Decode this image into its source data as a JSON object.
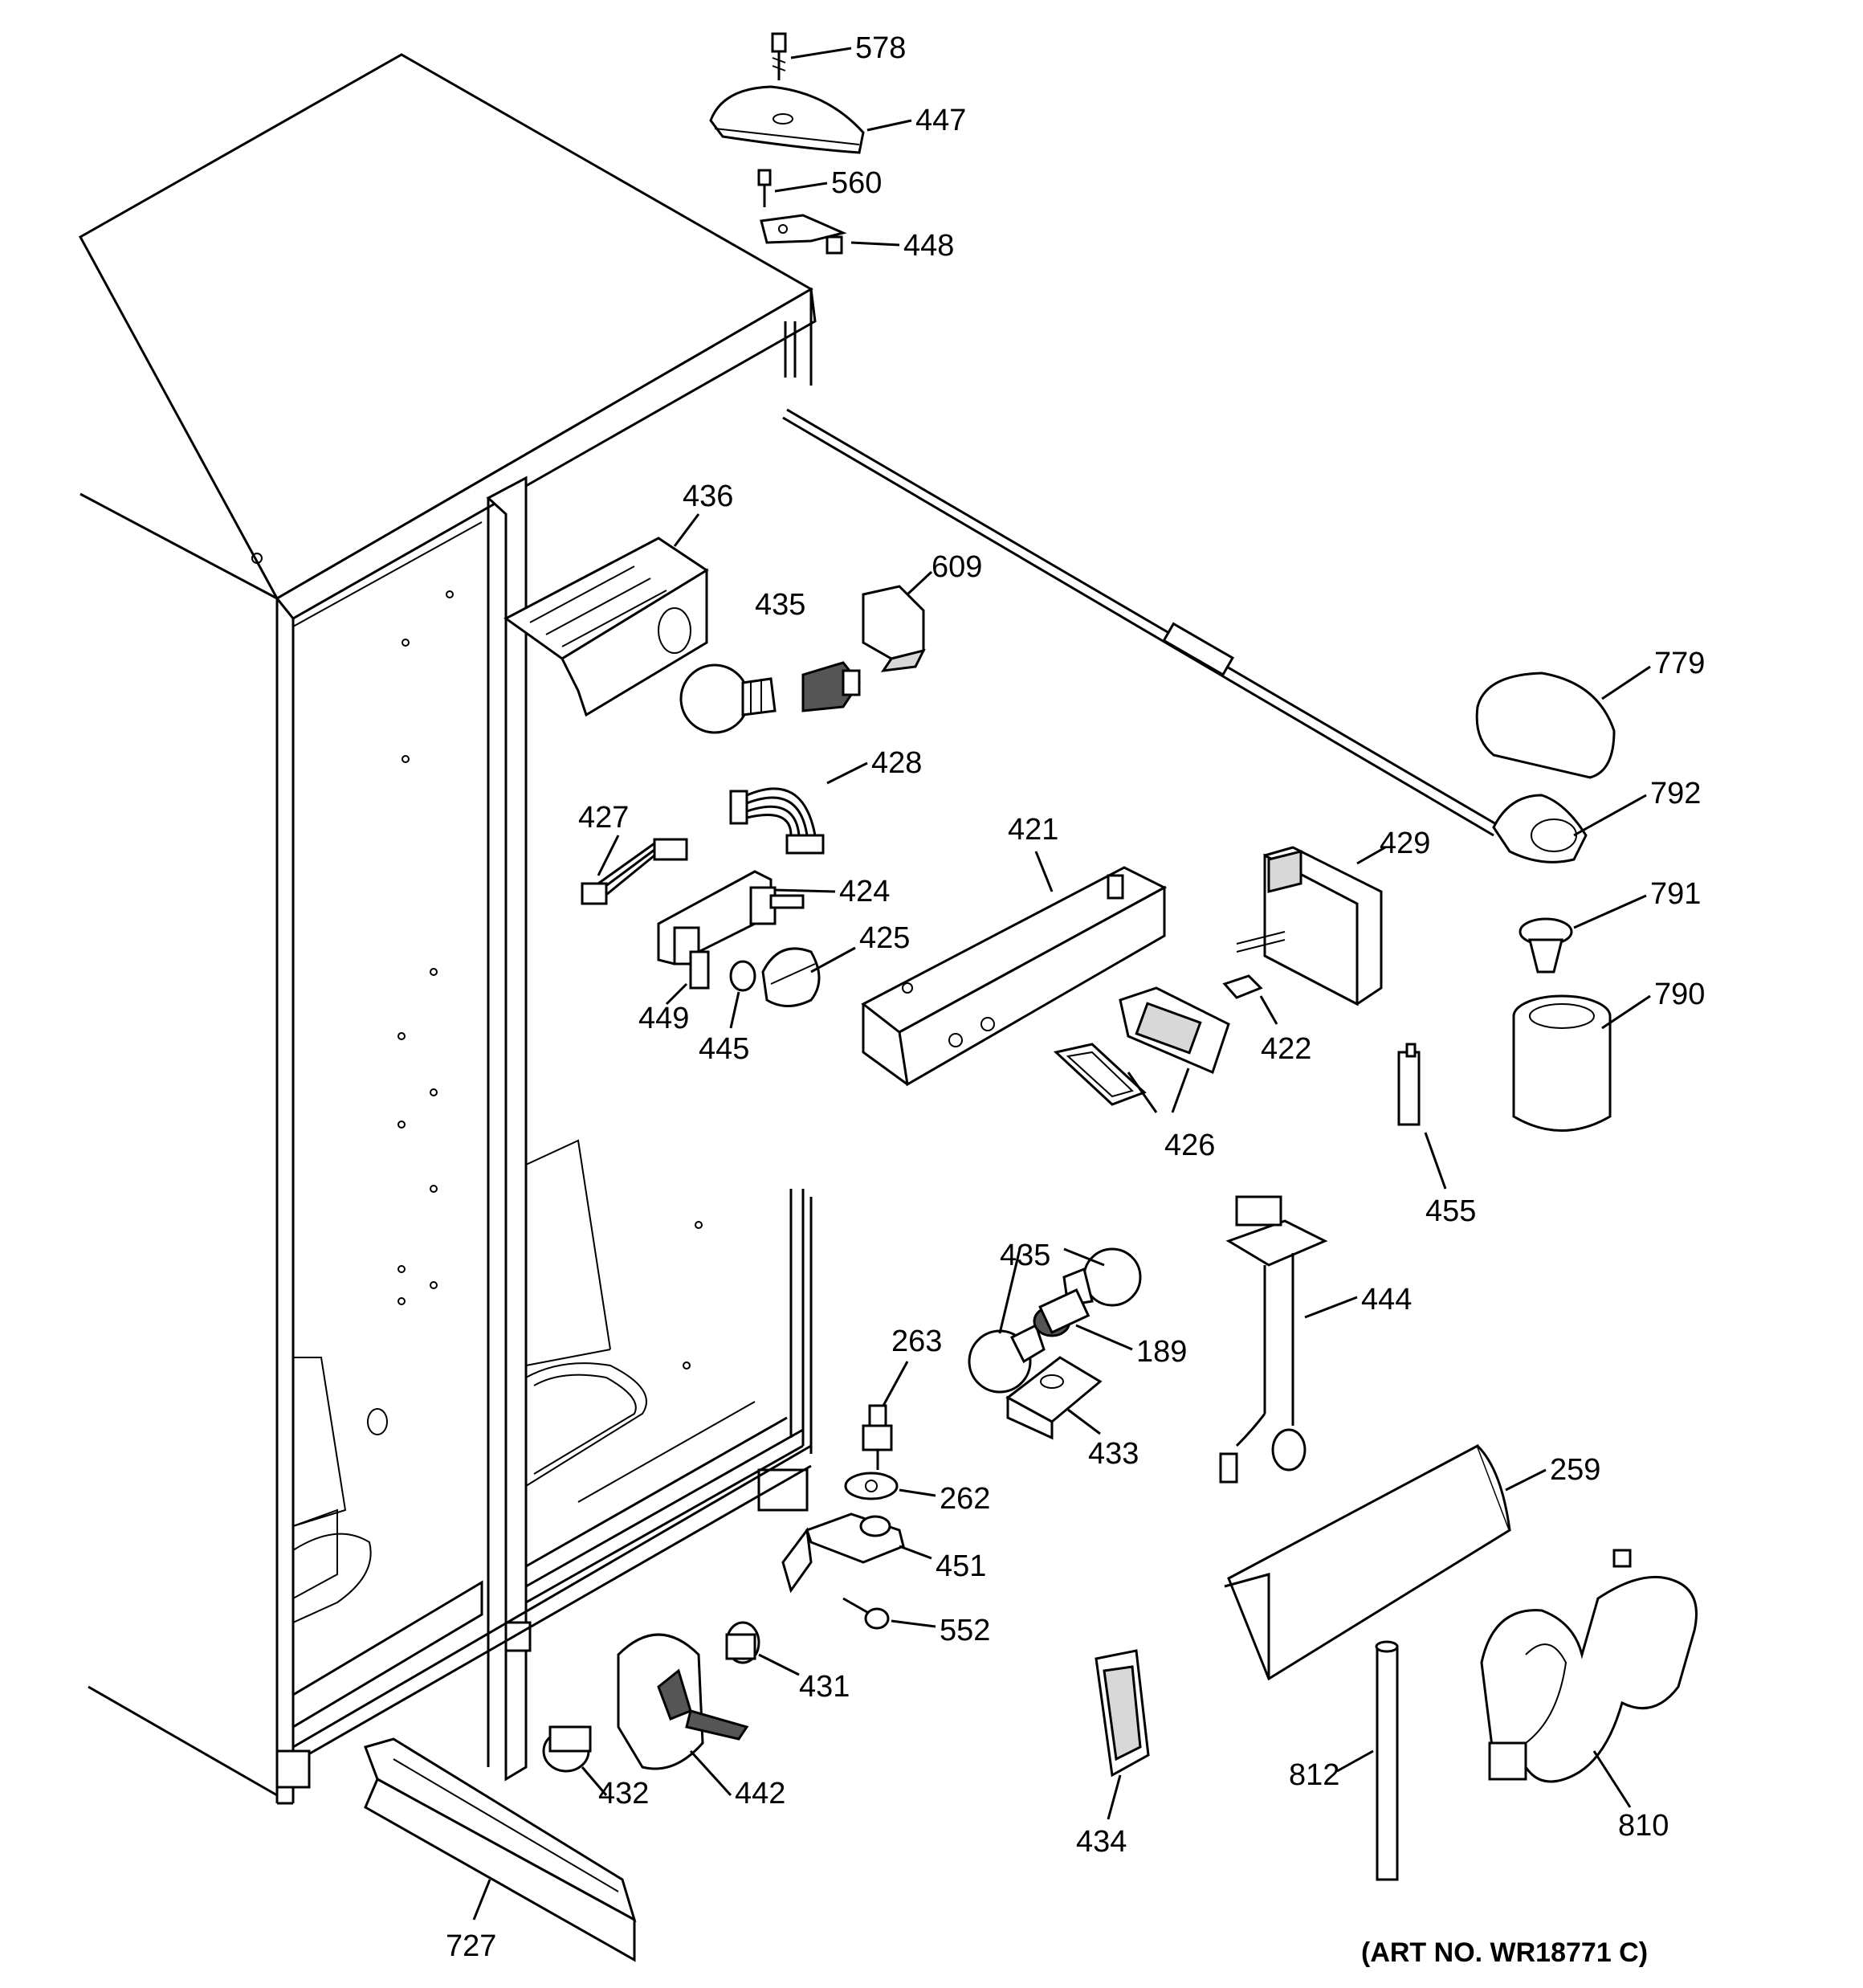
{
  "parts": [
    {
      "id": "p578",
      "label": "578"
    },
    {
      "id": "p447",
      "label": "447"
    },
    {
      "id": "p560",
      "label": "560"
    },
    {
      "id": "p448",
      "label": "448"
    },
    {
      "id": "p436",
      "label": "436"
    },
    {
      "id": "p609",
      "label": "609"
    },
    {
      "id": "p435a",
      "label": "435"
    },
    {
      "id": "p779",
      "label": "779"
    },
    {
      "id": "p792",
      "label": "792"
    },
    {
      "id": "p791",
      "label": "791"
    },
    {
      "id": "p790",
      "label": "790"
    },
    {
      "id": "p428",
      "label": "428"
    },
    {
      "id": "p427",
      "label": "427"
    },
    {
      "id": "p424",
      "label": "424"
    },
    {
      "id": "p425",
      "label": "425"
    },
    {
      "id": "p449",
      "label": "449"
    },
    {
      "id": "p445",
      "label": "445"
    },
    {
      "id": "p421",
      "label": "421"
    },
    {
      "id": "p429",
      "label": "429"
    },
    {
      "id": "p422",
      "label": "422"
    },
    {
      "id": "p426",
      "label": "426"
    },
    {
      "id": "p455",
      "label": "455"
    },
    {
      "id": "p435b",
      "label": "435"
    },
    {
      "id": "p189",
      "label": "189"
    },
    {
      "id": "p444",
      "label": "444"
    },
    {
      "id": "p263",
      "label": "263"
    },
    {
      "id": "p433",
      "label": "433"
    },
    {
      "id": "p262",
      "label": "262"
    },
    {
      "id": "p451",
      "label": "451"
    },
    {
      "id": "p552",
      "label": "552"
    },
    {
      "id": "p259",
      "label": "259"
    },
    {
      "id": "p431",
      "label": "431"
    },
    {
      "id": "p432",
      "label": "432"
    },
    {
      "id": "p442",
      "label": "442"
    },
    {
      "id": "p434",
      "label": "434"
    },
    {
      "id": "p812",
      "label": "812"
    },
    {
      "id": "p810",
      "label": "810"
    },
    {
      "id": "p727",
      "label": "727"
    }
  ],
  "art_number": "(ART NO. WR18771 C)"
}
